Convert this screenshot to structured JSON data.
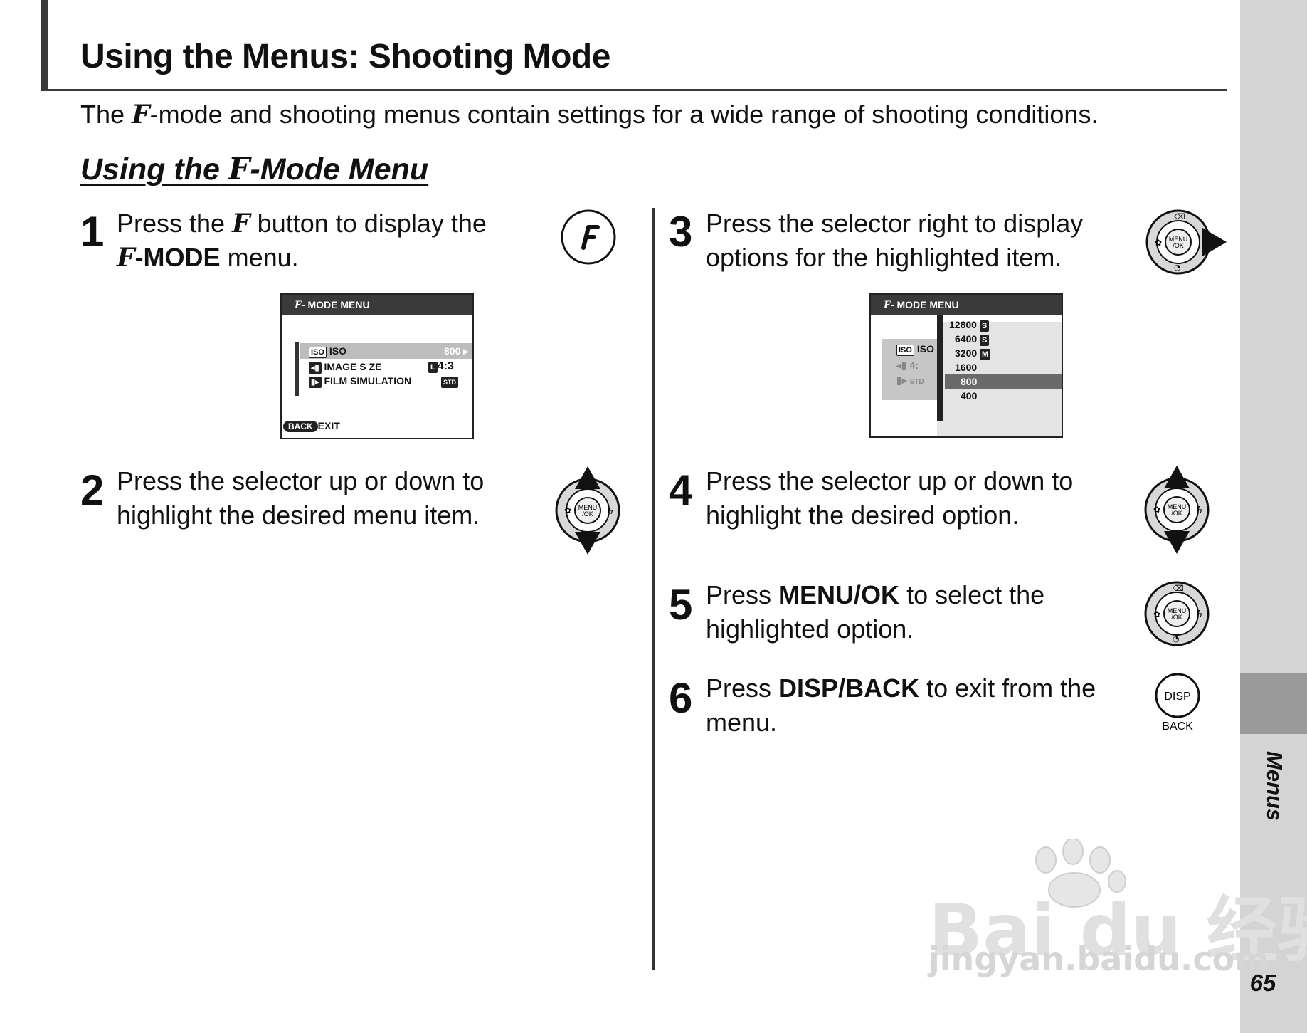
{
  "header": {
    "title": "Using the Menus: Shooting Mode",
    "intro_before": "The",
    "intro_after": "-mode and shooting menus contain settings for a wide range of shooting conditions."
  },
  "section": {
    "heading_before": "Using the",
    "heading_after": "-Mode Menu"
  },
  "f_glyph": "F",
  "steps": [
    {
      "num": "1",
      "line1_a": "Press the",
      "line1_b": "button to display the",
      "line2_bold": "-MODE",
      "line2_rest": "menu."
    },
    {
      "num": "2",
      "line1": "Press the selector up or down to",
      "line2": "highlight the desired menu item."
    },
    {
      "num": "3",
      "line1": "Press the selector right to display",
      "line2": "options for the highlighted item."
    },
    {
      "num": "4",
      "line1": "Press the selector up or down to",
      "line2": "highlight the desired option."
    },
    {
      "num": "5",
      "pre": "Press",
      "bold": "MENU/OK",
      "post": "to select the",
      "line2": "highlighted option."
    },
    {
      "num": "6",
      "pre": "Press",
      "bold": "DISP/BACK",
      "post": "to exit from the",
      "line2": "menu."
    }
  ],
  "screen1": {
    "title": "- MODE MENU",
    "items": [
      {
        "icon": "ISO",
        "label": "ISO",
        "value": "800"
      },
      {
        "icon": "",
        "label": "IMAGE S ZE",
        "size": "L",
        "value": "4:3"
      },
      {
        "icon": "",
        "label": "FILM SIMULATION",
        "value": "STD"
      }
    ],
    "back_label": "BACK",
    "exit_label": "EXIT"
  },
  "screen2": {
    "title": "- MODE MENU",
    "iso_icon": "ISO",
    "iso_label": "ISO",
    "size_partial": "4:",
    "film_partial": "STD",
    "options": [
      {
        "value": "12800",
        "badge": "S"
      },
      {
        "value": "6400",
        "badge": "S"
      },
      {
        "value": "3200",
        "badge": "M"
      },
      {
        "value": "1600",
        "badge": ""
      },
      {
        "value": "800",
        "badge": ""
      },
      {
        "value": "400",
        "badge": ""
      }
    ],
    "selected_index": 4
  },
  "icons": {
    "menu_ok_label_1": "MENU",
    "menu_ok_label_2": "/OK",
    "disp_label": "DISP",
    "back_label": "BACK"
  },
  "side_tab": {
    "label": "Menus"
  },
  "page_number": "65",
  "watermark": {
    "logo_text": "Bai du 经验",
    "url": "jingyan.baidu.com"
  }
}
